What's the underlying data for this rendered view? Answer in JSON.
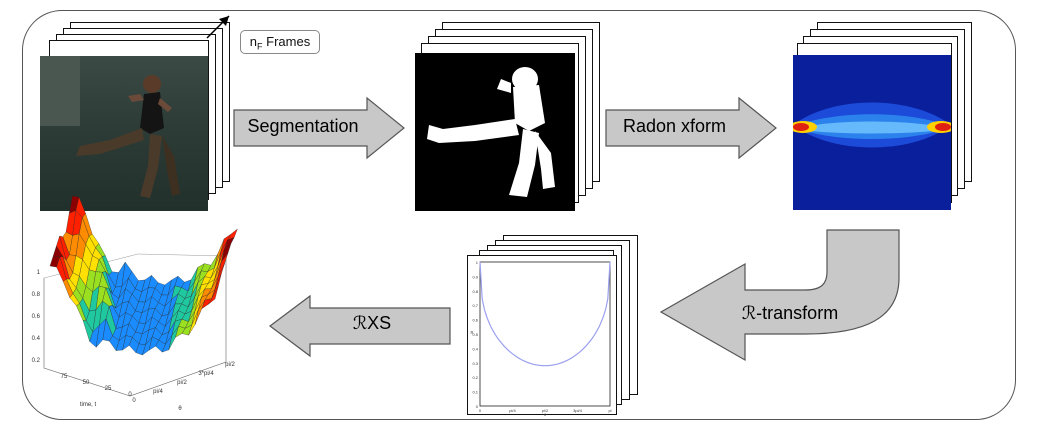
{
  "frames_label": {
    "prefix": "n",
    "sub": "F",
    "suffix": " Frames"
  },
  "steps": {
    "segmentation": "Segmentation",
    "radon": "Radon xform",
    "r_transform": "ℛ-transform",
    "rxs": "ℛXS"
  },
  "plot2d": {
    "y_ticks": [
      "1",
      "0.9",
      "0.8",
      "0.7",
      "0.6",
      "0.5",
      "0.4",
      "0.3",
      "0.2",
      "0.1",
      "0"
    ],
    "x_ticks": [
      "0",
      "pi/4",
      "pi/2",
      "3pi/4",
      "pi"
    ],
    "xlabel": "θ",
    "ylabel": "R̂"
  },
  "plot3d": {
    "z_ticks": [
      "1",
      "0.8",
      "0.6",
      "0.4",
      "0.2"
    ],
    "time_ticks": [
      "75",
      "50",
      "25",
      "0"
    ],
    "theta_ticks": [
      "0",
      "pi/4",
      "pi/2",
      "3*pi/4",
      "pi/2"
    ],
    "time_label": "time, t",
    "theta_label": "θ"
  },
  "colors": {
    "accent_arrow": "#c8c8c8",
    "arrow_stroke": "#555555",
    "radon_bg": "#0a1f9c",
    "curve": "#9aa0f0"
  }
}
